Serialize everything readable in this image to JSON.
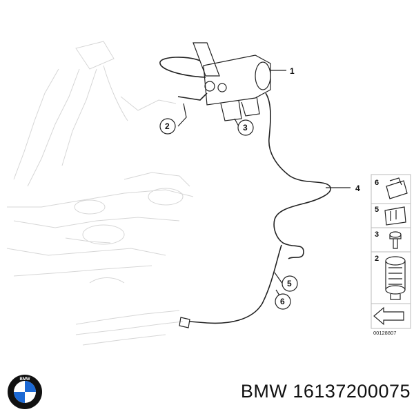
{
  "callouts": {
    "c1": "1",
    "c2": "2",
    "c3": "3",
    "c4": "4",
    "c5": "5",
    "c6": "6"
  },
  "parts_panel": {
    "items": [
      "6",
      "5",
      "3",
      "2"
    ],
    "reference": "00128807"
  },
  "footer": {
    "brand_part": "BMW 16137200075",
    "logo_text": "BMW"
  },
  "colors": {
    "line": "#222222",
    "ghost_line": "#d6d6d6",
    "logo_blue": "#1c69d4",
    "logo_black": "#111111"
  }
}
